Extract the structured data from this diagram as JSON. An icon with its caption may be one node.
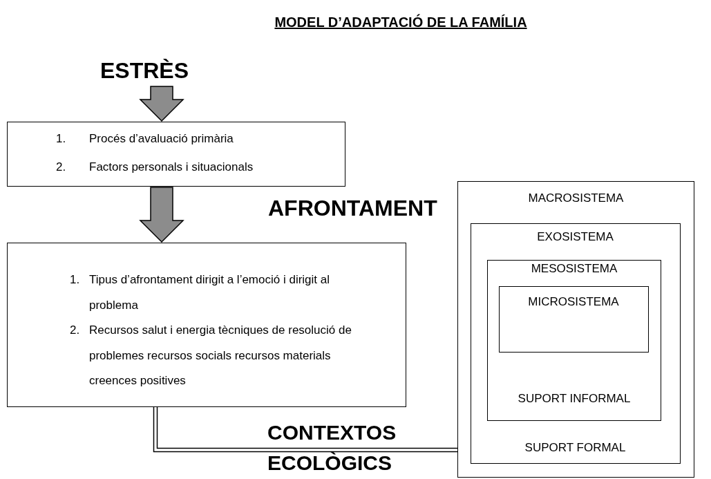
{
  "diagram": {
    "title": "MODEL D’ADAPTACIÓ DE LA FAMÍLIA",
    "nodes": [
      {
        "text": [
          "ESTRÈS"
        ]
      },
      {
        "text": [
          "1. Procés d’avaluació primària",
          "2. Factors personals i situacionals"
        ]
      },
      {
        "text": [
          "1. Tipus d’afrontament dirigit a l’emoció i dirigit al problema",
          "2. Recursos salut i energia tècniques de resolució de problemes recursos socials recursos materials creences positives"
        ]
      },
      {
        "text": [
          "MACROSISTEMA"
        ]
      },
      {
        "text": [
          "EXOSISTEMA",
          "SUPORT FORMAL"
        ],
        "in": 3
      },
      {
        "text": [
          "MESOSISTEMA",
          "SUPORT INFORMAL"
        ],
        "in": 4
      },
      {
        "text": [
          "MICROSISTEMA"
        ],
        "in": 5
      }
    ],
    "edges": [
      {
        "from": 0,
        "to": 1,
        "arrow": "to"
      },
      {
        "from": 1,
        "to": 2,
        "arrow": "to"
      },
      {
        "from": 2,
        "to": 3,
        "arrow": "none",
        "label": "CONTEXTOS ECOLÒGICS"
      }
    ],
    "labels": [
      "AFRONTAMENT"
    ]
  }
}
